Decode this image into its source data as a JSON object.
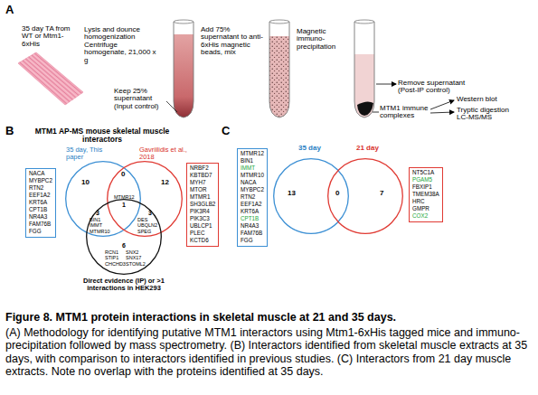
{
  "diagram": {
    "title": "Figure 8. MTM1 protein interactions in skeletal muscle at 21 and 35 days.",
    "caption": "(A) Methodology for identifying putative MTM1 interactors using Mtm1-6xHis tagged mice and immuno-precipitation followed by mass spectrometry. (B) Interactors identified from skeletal muscle extracts at 35 days, with comparison to interactors identified in previous studies. (C) Interactors from 21 day muscle extracts. Note no overlap with the proteins identified at 35 days.",
    "nodes": [
      {
        "text": [
          "35 day TA from WT or Mtm1-6xHis"
        ]
      },
      {
        "text": [
          "NACA",
          "MYBPC2",
          "RTN2",
          "EEF1A2",
          "KRT6A",
          "CPT1B",
          "NR4A3",
          "FAM76B",
          "FGG"
        ]
      },
      {
        "text": [
          "35 day, This paper"
        ]
      },
      {
        "text": [
          "Gavriilidis et al., 2018"
        ]
      },
      {
        "text": [
          "Direct evidence (IP) or >1 interactions in HEK293"
        ]
      },
      {
        "text": [
          "NRBF2",
          "KBTBD7",
          "MYH7",
          "MTOR",
          "MTMR1",
          "SH3GLB2",
          "PIK3R4",
          "PIK3C3",
          "UBLCP1",
          "PLEC",
          "KCTD6"
        ]
      },
      {
        "text": [
          "MTMR12",
          "BIN1",
          "IMMT",
          "MTMR10",
          "NACA",
          "MYBPC2",
          "RTN2",
          "EEF1A2",
          "KRT6A",
          "CPT1B",
          "NR4A3",
          "FAM76B",
          "FGG"
        ]
      },
      {
        "text": [
          "35 day"
        ]
      },
      {
        "text": [
          "21 day"
        ]
      },
      {
        "text": [
          "NT5C1A",
          "PGAM5",
          "FBXIP1",
          "TMEM38A",
          "HRC",
          "GMPR",
          "COX2"
        ]
      }
    ],
    "labels": [
      "A",
      "Lysis and dounce homogenization Centrifuge homogenate, 21,000 x g",
      "Add 75% supernatant to anti-6xHis magnetic beads, mix",
      "Magnetic immuno-precipitation",
      "Keep 25% supernatant (Input control)",
      "Remove supernatant (Post-IP control)",
      "MTM1 immune complexes",
      "Western blot",
      "Tryptic digestion LC-MS/MS",
      "B",
      "MTM1 AP-MS mouse skeletal muscle interactors",
      "10",
      "0",
      "12",
      "MTMR12",
      "1",
      "3",
      "BIN1 IMMT MTMR10",
      "3",
      "DES UBQLN2 SPEG",
      "6",
      "RCN1 STIP1 CHCHD3",
      "SNX2 SNX17 STOML2",
      "C",
      "13",
      "0",
      "7"
    ]
  }
}
